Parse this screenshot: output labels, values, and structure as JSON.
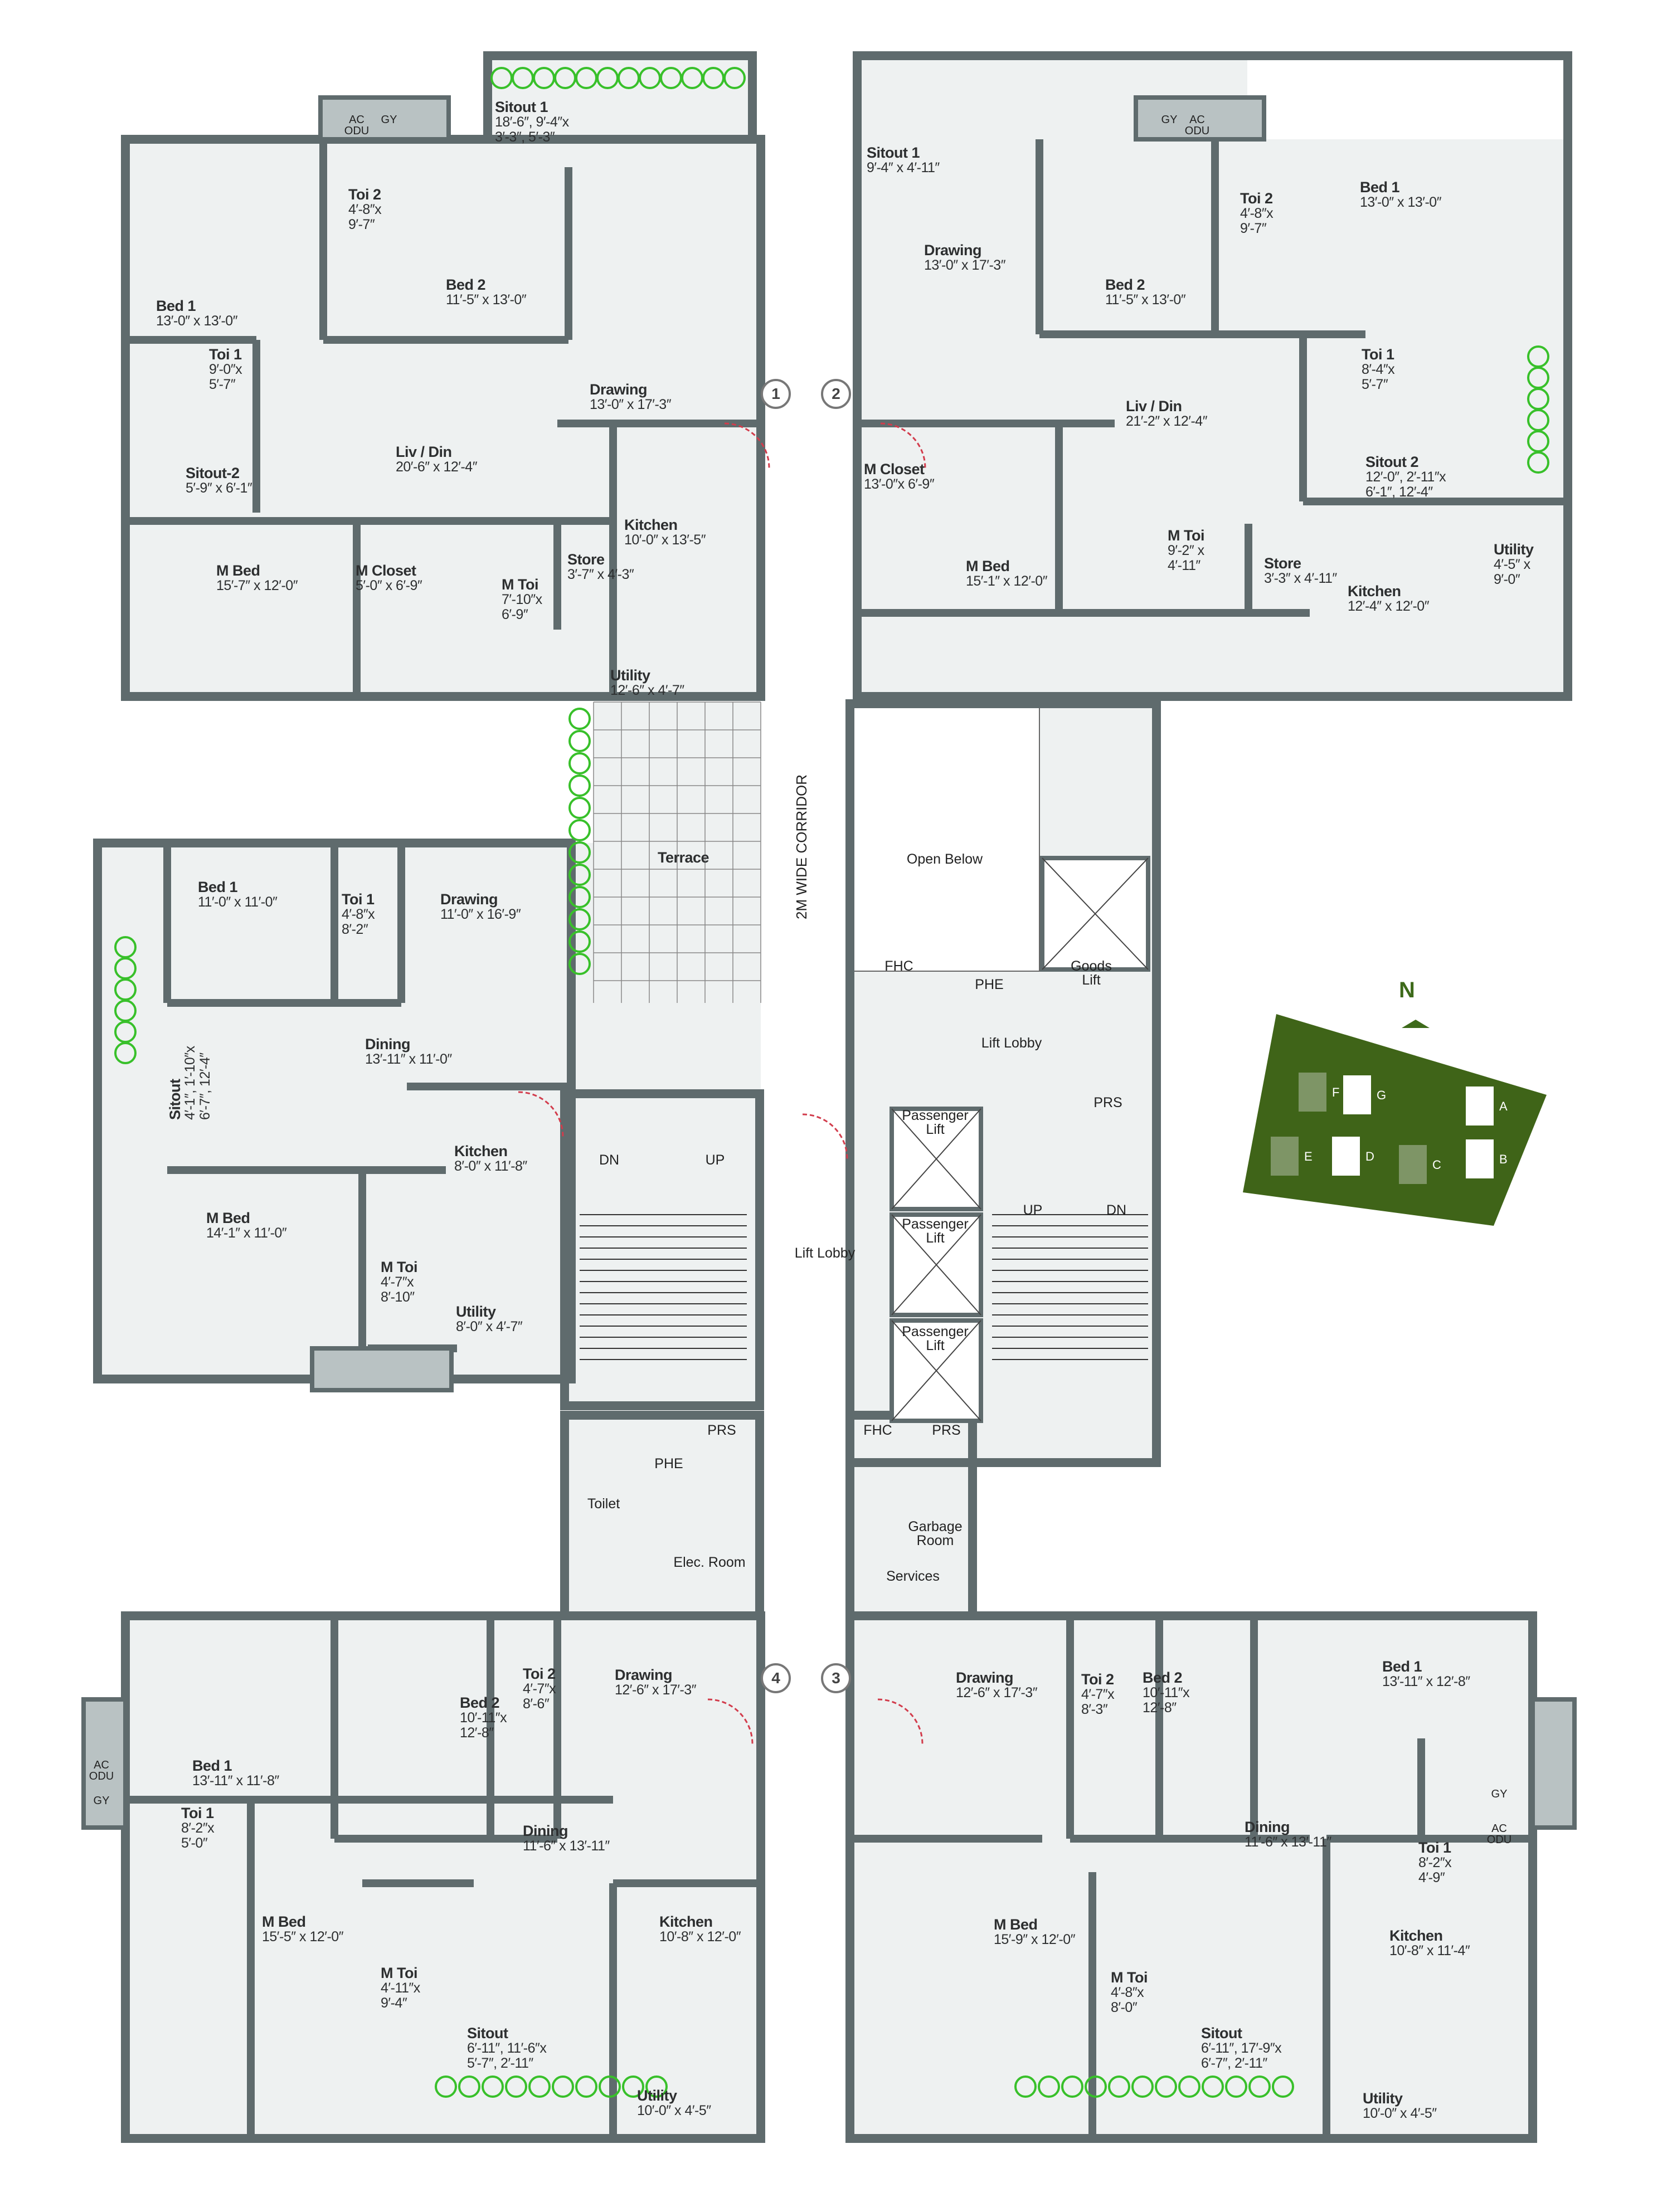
{
  "colors": {
    "wall": "#5f6b6d",
    "floor": "#eef1f1",
    "door_swing": "#d23c4c",
    "planter": "#38c02a",
    "keyplan_green": "#3f6418",
    "ac_ledge": "#b9c2c3"
  },
  "units": [
    {
      "id": "top-left",
      "rooms": [
        {
          "name": "Sitout 1",
          "dims": "18′-6″, 9′-4″x\n3′-3″, 5′-3″"
        },
        {
          "name": "Toi 2",
          "dims": "4′-8″x\n9′-7″"
        },
        {
          "name": "Bed 2",
          "dims": "11′-5″ x 13′-0″"
        },
        {
          "name": "Bed 1",
          "dims": "13′-0″ x 13′-0″"
        },
        {
          "name": "Toi 1",
          "dims": "9′-0″x\n5′-7″"
        },
        {
          "name": "Sitout-2",
          "dims": "5′-9″ x 6′-1″"
        },
        {
          "name": "Drawing",
          "dims": "13′-0″ x 17′-3″"
        },
        {
          "name": "Liv / Din",
          "dims": "20′-6″ x 12′-4″"
        },
        {
          "name": "Kitchen",
          "dims": "10′-0″ x 13′-5″"
        },
        {
          "name": "Store",
          "dims": "3′-7″ x 4′-3″"
        },
        {
          "name": "M Closet",
          "dims": "5′-0″ x 6′-9″"
        },
        {
          "name": "M Toi",
          "dims": "7′-10″x\n6′-9″"
        },
        {
          "name": "M Bed",
          "dims": "15′-7″ x 12′-0″"
        },
        {
          "name": "Utility",
          "dims": "12′-6″ x 4′-7″"
        }
      ]
    },
    {
      "id": "top-right",
      "rooms": [
        {
          "name": "Sitout 1",
          "dims": "9′-4″ x 4′-11″"
        },
        {
          "name": "Drawing",
          "dims": "13′-0″ x 17′-3″"
        },
        {
          "name": "Bed 2",
          "dims": "11′-5″ x 13′-0″"
        },
        {
          "name": "Toi 2",
          "dims": "4′-8″x\n9′-7″"
        },
        {
          "name": "Bed 1",
          "dims": "13′-0″ x 13′-0″"
        },
        {
          "name": "Toi 1",
          "dims": "8′-4″x\n5′-7″"
        },
        {
          "name": "Liv / Din",
          "dims": "21′-2″ x 12′-4″"
        },
        {
          "name": "Sitout 2",
          "dims": "12′-0″, 2′-11″x\n6′-1″, 12′-4″"
        },
        {
          "name": "M Closet",
          "dims": "13′-0″x 6′-9″"
        },
        {
          "name": "M Toi",
          "dims": "9′-2″ x\n4′-11″"
        },
        {
          "name": "Store",
          "dims": "3′-3″ x 4′-11″"
        },
        {
          "name": "M Bed",
          "dims": "15′-1″ x 12′-0″"
        },
        {
          "name": "Kitchen",
          "dims": "12′-4″ x 12′-0″"
        },
        {
          "name": "Utility",
          "dims": "4′-5″ x\n9′-0″"
        }
      ]
    },
    {
      "id": "middle-left",
      "rooms": [
        {
          "name": "Bed 1",
          "dims": "11′-0″ x 11′-0″"
        },
        {
          "name": "Toi 1",
          "dims": "4′-8″x\n8′-2″"
        },
        {
          "name": "Drawing",
          "dims": "11′-0″ x 16′-9″"
        },
        {
          "name": "Dining",
          "dims": "13′-11″ x 11′-0″"
        },
        {
          "name": "Kitchen",
          "dims": "8′-0″ x 11′-8″"
        },
        {
          "name": "M Bed",
          "dims": "14′-1″ x 11′-0″"
        },
        {
          "name": "M Toi",
          "dims": "4′-7″x\n8′-10″"
        },
        {
          "name": "Utility",
          "dims": "8′-0″ x 4′-7″"
        },
        {
          "name": "Terrace",
          "dims": ""
        }
      ],
      "sitout_vertical": {
        "name": "Sitout",
        "dims": "4′-1″, 1′-10″x\n6′-7″, 12′-4″"
      }
    },
    {
      "id": "bottom-left",
      "rooms": [
        {
          "name": "Drawing",
          "dims": "12′-6″ x 17′-3″"
        },
        {
          "name": "Toi 2",
          "dims": "4′-7″x\n8′-6″"
        },
        {
          "name": "Bed 2",
          "dims": "10′-11″x\n12′-8″"
        },
        {
          "name": "Bed 1",
          "dims": "13′-11″ x 11′-8″"
        },
        {
          "name": "Toi 1",
          "dims": "8′-2″x\n5′-0″"
        },
        {
          "name": "Dining",
          "dims": "11′-6″ x 13′-11″"
        },
        {
          "name": "Kitchen",
          "dims": "10′-8″ x 12′-0″"
        },
        {
          "name": "M Bed",
          "dims": "15′-5″ x 12′-0″"
        },
        {
          "name": "M Toi",
          "dims": "4′-11″x\n9′-4″"
        },
        {
          "name": "Sitout",
          "dims": "6′-11″, 11′-6″x\n5′-7″, 2′-11″"
        },
        {
          "name": "Utility",
          "dims": "10′-0″ x 4′-5″"
        }
      ]
    },
    {
      "id": "bottom-right",
      "rooms": [
        {
          "name": "Drawing",
          "dims": "12′-6″ x 17′-3″"
        },
        {
          "name": "Toi 2",
          "dims": "4′-7″x\n8′-3″"
        },
        {
          "name": "Bed 2",
          "dims": "10′-11″x\n12′-8″"
        },
        {
          "name": "Bed 1",
          "dims": "13′-11″ x 12′-8″"
        },
        {
          "name": "Dining",
          "dims": "11′-6″ x 13′-11″"
        },
        {
          "name": "Toi 1",
          "dims": "8′-2″x\n4′-9″"
        },
        {
          "name": "Kitchen",
          "dims": "10′-8″ x 11′-4″"
        },
        {
          "name": "M Bed",
          "dims": "15′-9″ x 12′-0″"
        },
        {
          "name": "M Toi",
          "dims": "4′-8″x\n8′-0″"
        },
        {
          "name": "Sitout",
          "dims": "6′-11″, 17′-9″x\n6′-7″, 2′-11″"
        },
        {
          "name": "Utility",
          "dims": "10′-0″ x 4′-5″"
        }
      ]
    }
  ],
  "core": [
    "Open Below",
    "FHC",
    "PHE",
    "Goods\nLift",
    "Lift Lobby",
    "PRS",
    "Passenger\nLift",
    "Passenger\nLift",
    "Passenger\nLift",
    "UP",
    "DN",
    "DN",
    "UP",
    "Lift Lobby",
    "PRS",
    "PHE",
    "Toilet",
    "Elec. Room",
    "FHC",
    "PRS",
    "Garbage\nRoom",
    "Services"
  ],
  "corridor_label": "2M WIDE CORRIDOR",
  "service_tags": [
    "AC\nODU",
    "GY",
    "AC\nODU",
    "GY",
    "AC\nODU",
    "GY",
    "AC\nODU",
    "GY"
  ],
  "unit_markers": [
    "1",
    "2",
    "4",
    "3"
  ],
  "key_plan": {
    "north_label": "N",
    "blocks": [
      "A",
      "B",
      "C",
      "D",
      "E",
      "F",
      "G"
    ]
  }
}
